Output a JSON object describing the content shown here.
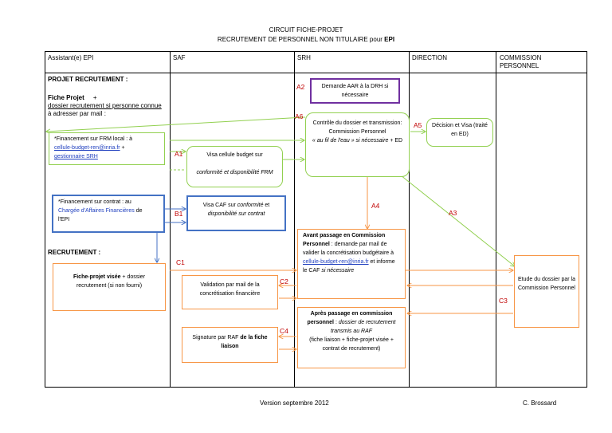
{
  "title": {
    "line1": "CIRCUIT FICHE-PROJET",
    "line2_prefix": "RECRUTEMENT DE PERSONNEL NON TITULAIRE pour ",
    "line2_bold": "EPI"
  },
  "columns": [
    "Assistant(e) EPI",
    "SAF",
    "SRH",
    "DIRECTION",
    "COMMISSION PERSONNEL"
  ],
  "left": {
    "projet_heading": "PROJET RECRUTEMENT :",
    "fiche_projet": "Fiche Projet",
    "plus": "+",
    "dossier": "dossier recrutement si personne connue",
    "adresser": "à adresser par mail :",
    "recrutement_heading": "RECRUTEMENT :"
  },
  "boxes": {
    "frm_local_a": "*Financement sur FRM local : à",
    "frm_local_link": "cellule-budget-ren@inria.fr",
    "frm_local_b": " +",
    "frm_local_c": "gestionnaire SRH",
    "contrat_a": "*Financement sur contrat : au",
    "contrat_link": "Chargée d'Affaires Financières",
    "contrat_b": " de",
    "contrat_c": "l'EPI",
    "fiche_visee_bold": "Fiche-projet visée",
    "fiche_visee_rest": " + dossier recrutement (si non fourni)",
    "visa_budget_1": "Visa cellule budget sur",
    "visa_budget_2": "conformité et disponibilité FRM",
    "visa_caf_1": "Visa CAF sur ",
    "visa_caf_2": "conformité",
    "visa_caf_3": " et",
    "visa_caf_4": "disponibilité sur contrat",
    "validation": "Validation par mail de la concrétisation financière",
    "signature_1": "Signature par RAF ",
    "signature_2": "de la fiche liaison",
    "demande_aar": "Demande AAR à la DRH si nécessaire",
    "controle_1": "Contrôle du dossier et transmission:",
    "controle_2": "Commission Personnel",
    "controle_3": "« au fil de l'eau » si nécessaire",
    "controle_4": " + ED",
    "avant_bold": "Avant passage en Commission Personnel",
    "avant_1": " : demande par mail de valider la concrétisation budgétaire à ",
    "avant_link": "cellule-budget-ren@inria.fr",
    "avant_2": " et informe le CAF ",
    "avant_3": "si nécessaire",
    "apres_bold": "Après passage en commission personnel",
    "apres_1": " : ",
    "apres_2": "dossier de recrutement transmis au RAF",
    "apres_3": "(fiche liaison + fiche-projet visée + contrat de recrutement)",
    "decision": "Décision et Visa (traité en ED)",
    "etude": "Etude du dossier par la Commission Personnel"
  },
  "codes": {
    "A1": "A1",
    "A2": "A2",
    "A3": "A3",
    "A4": "A4",
    "A5": "A5",
    "A6": "A6",
    "B1": "B1",
    "C1": "C1",
    "C2": "C2",
    "C3": "C3",
    "C4": "C4"
  },
  "footer": {
    "version": "Version septembre 2012",
    "author": "C. Brossard"
  },
  "colors": {
    "purple": "#7030a0",
    "green": "#92d050",
    "blue": "#4472c4",
    "orange": "#f79646",
    "red_code": "#c00000",
    "link": "#1f3fbf"
  }
}
